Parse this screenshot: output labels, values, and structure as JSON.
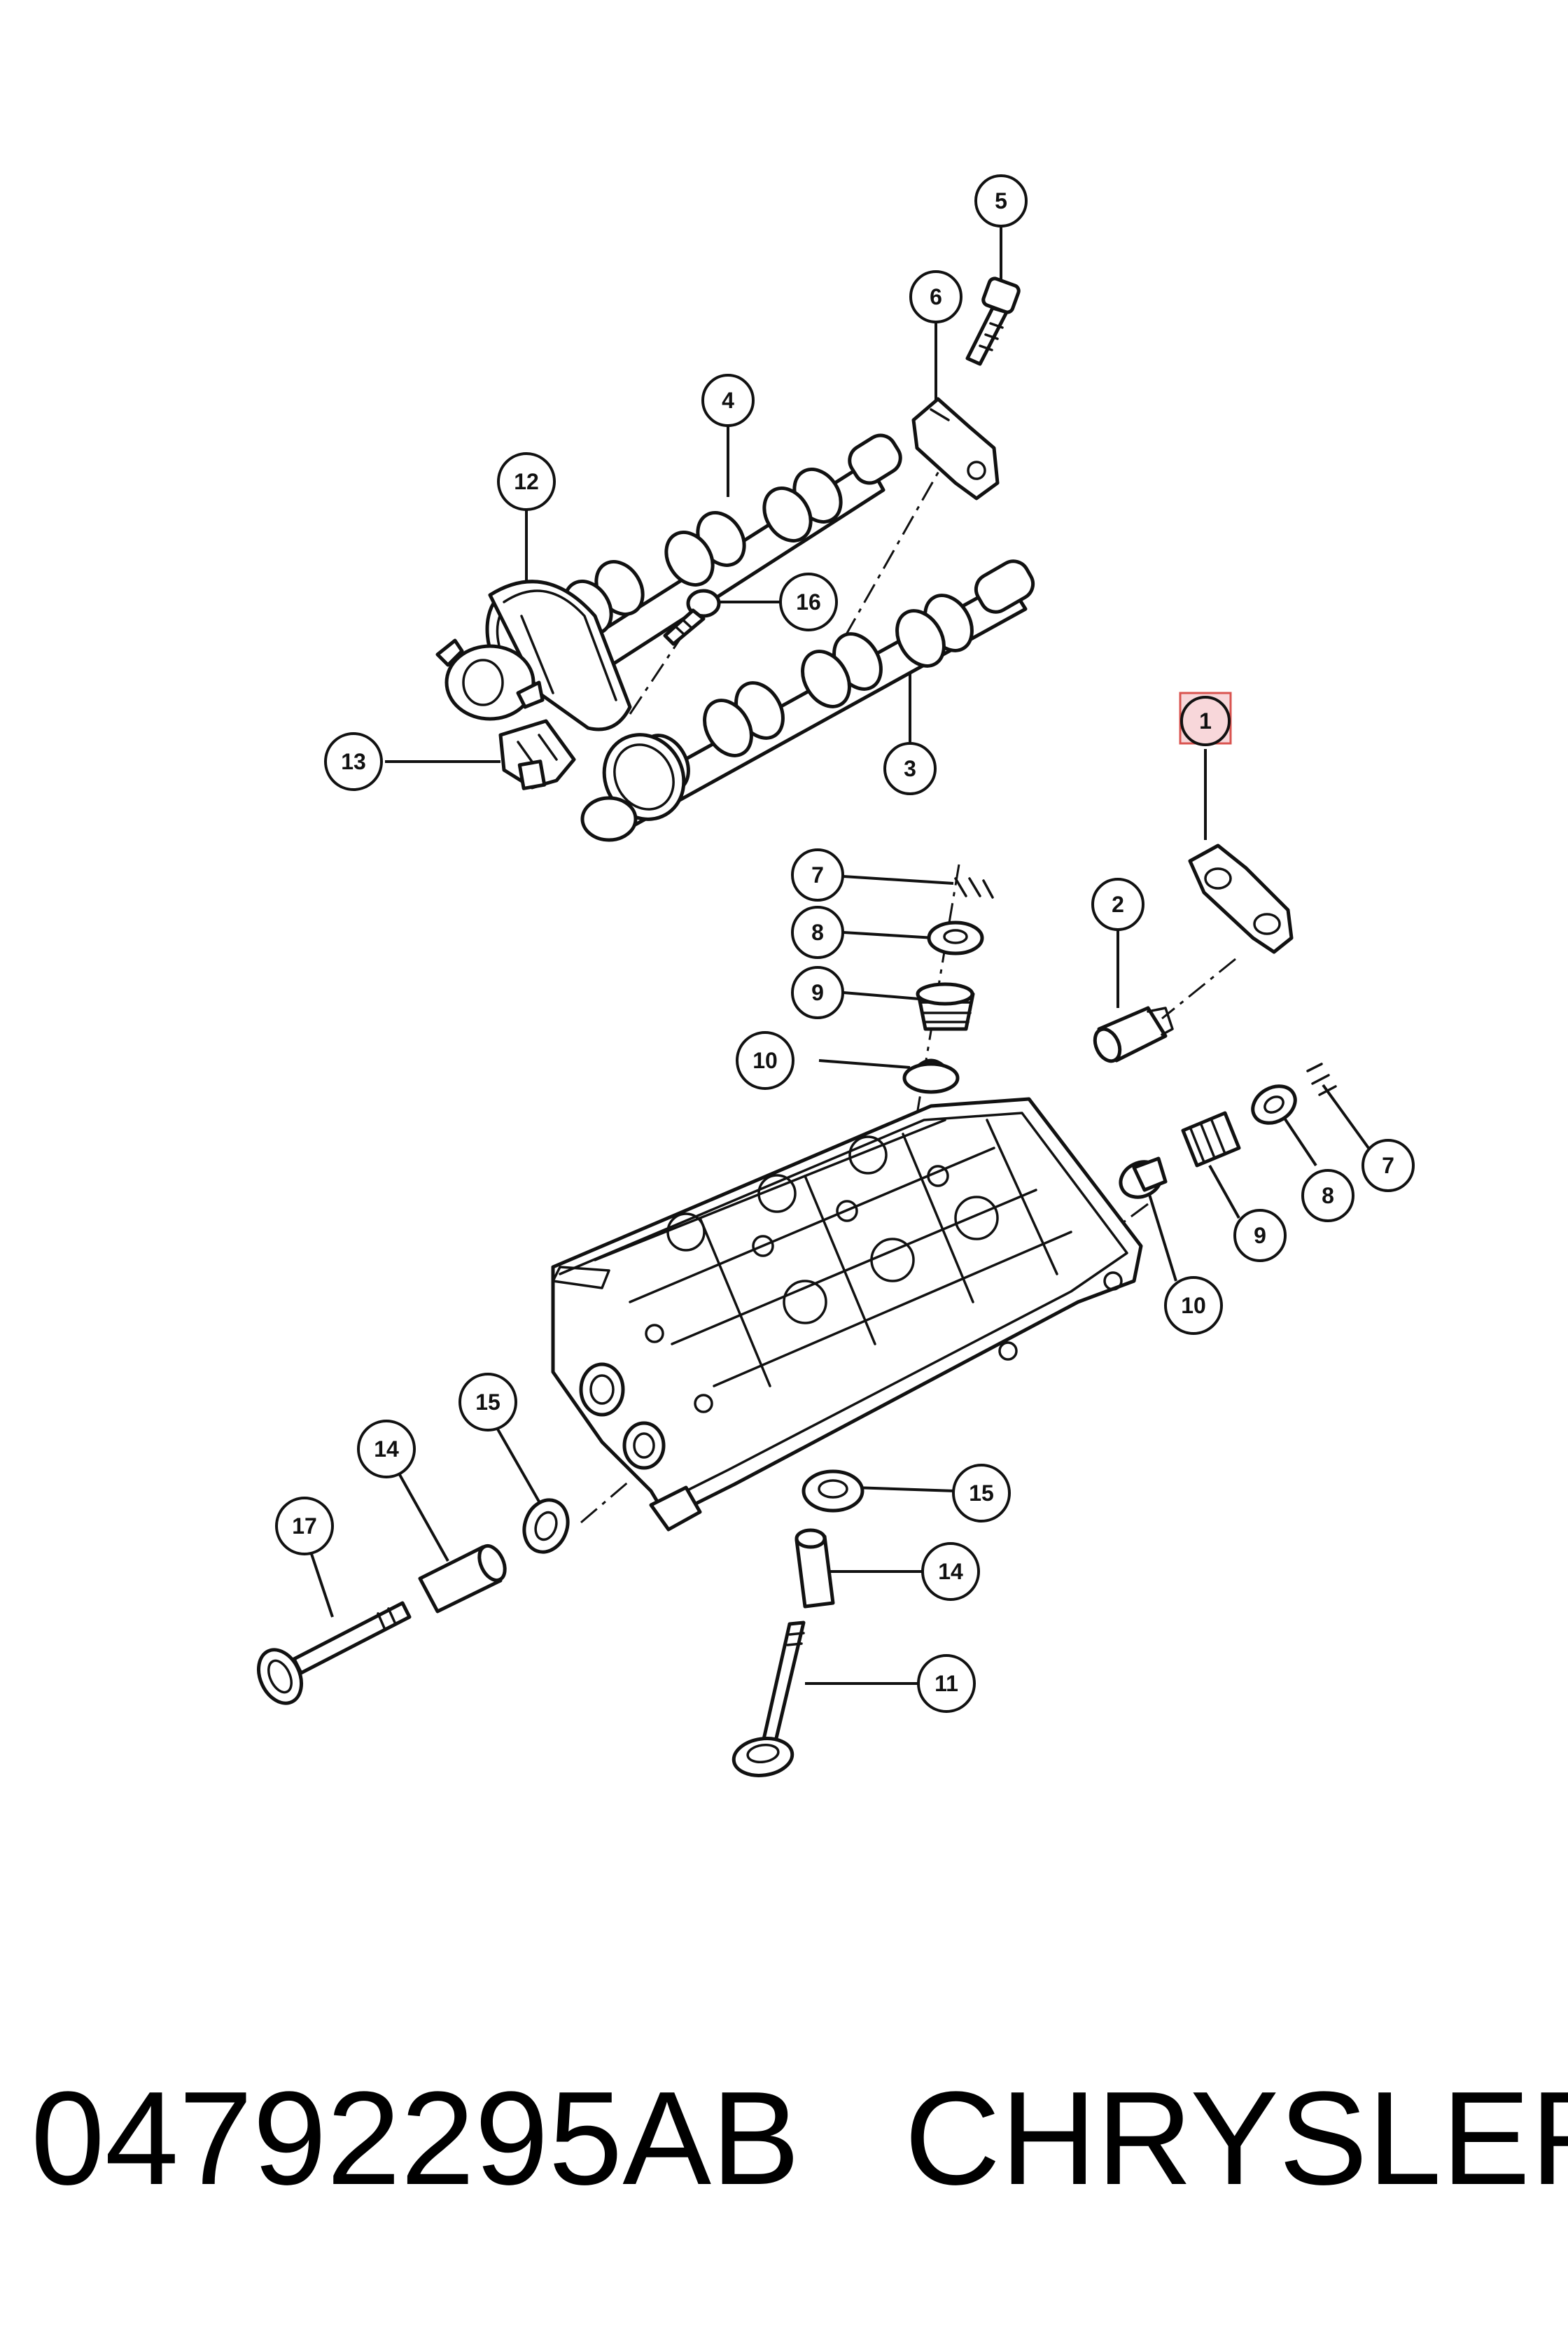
{
  "footer": {
    "part_number": "04792295AB",
    "brand": "CHRYSLER"
  },
  "highlight_color": "#d9534f",
  "callouts": [
    {
      "id": "c5",
      "label": "5"
    },
    {
      "id": "c6",
      "label": "6"
    },
    {
      "id": "c4",
      "label": "4"
    },
    {
      "id": "c12",
      "label": "12"
    },
    {
      "id": "c16",
      "label": "16"
    },
    {
      "id": "c1",
      "label": "1",
      "highlighted": true
    },
    {
      "id": "c13",
      "label": "13"
    },
    {
      "id": "c3",
      "label": "3"
    },
    {
      "id": "c7a",
      "label": "7"
    },
    {
      "id": "c8a",
      "label": "8"
    },
    {
      "id": "c2",
      "label": "2"
    },
    {
      "id": "c9a",
      "label": "9"
    },
    {
      "id": "c10a",
      "label": "10"
    },
    {
      "id": "c7b",
      "label": "7"
    },
    {
      "id": "c8b",
      "label": "8"
    },
    {
      "id": "c9b",
      "label": "9"
    },
    {
      "id": "c10b",
      "label": "10"
    },
    {
      "id": "c15a",
      "label": "15"
    },
    {
      "id": "c14a",
      "label": "14"
    },
    {
      "id": "c17",
      "label": "17"
    },
    {
      "id": "c15b",
      "label": "15"
    },
    {
      "id": "c14b",
      "label": "14"
    },
    {
      "id": "c11",
      "label": "11"
    }
  ]
}
